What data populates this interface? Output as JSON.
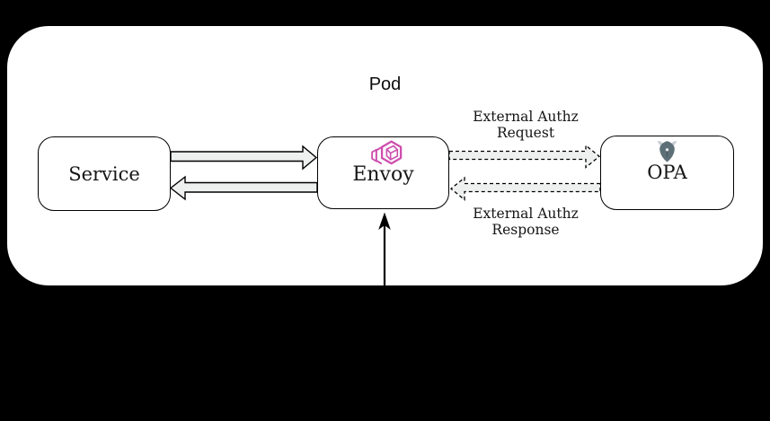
{
  "diagram": {
    "pod_title": "Pod",
    "nodes": {
      "service": {
        "label": "Service"
      },
      "envoy": {
        "label": "Envoy",
        "icon": "envoy-hexagon-logo"
      },
      "opa": {
        "label": "OPA",
        "icon": "opa-helmet-logo"
      }
    },
    "edges": {
      "service_to_envoy": {
        "style": "solid-block-arrow",
        "from": "Service",
        "to": "Envoy"
      },
      "envoy_to_service": {
        "style": "solid-block-arrow",
        "from": "Envoy",
        "to": "Service"
      },
      "request": {
        "line1": "External Authz",
        "line2": "Request",
        "style": "dashed-block-arrow",
        "from": "Envoy",
        "to": "OPA"
      },
      "response": {
        "line1": "External Authz",
        "line2": "Response",
        "style": "dashed-block-arrow",
        "from": "OPA",
        "to": "Envoy"
      },
      "inbound": {
        "style": "solid-line-arrow",
        "from": "outside-bottom",
        "to": "Envoy"
      }
    },
    "colors": {
      "background": "#000000",
      "pod_fill": "#ffffff",
      "node_border": "#000000",
      "arrow_fill": "#eef0ef",
      "envoy_pink": "#ce4fae",
      "opa_helmet": "#5d7078",
      "opa_horns": "#c9ced3"
    }
  }
}
